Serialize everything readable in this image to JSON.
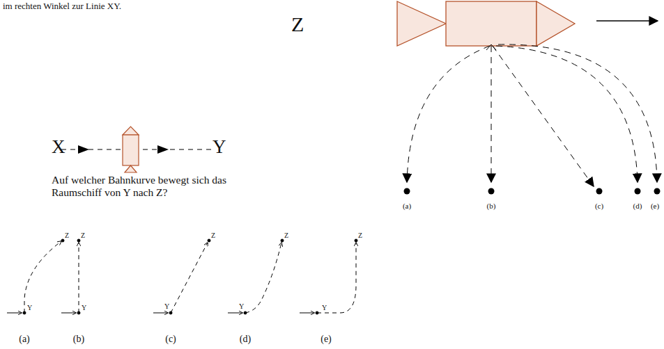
{
  "diagram": {
    "labels": [
      "im rechten Winkel zur Linie XY.",
      "Z",
      "X",
      "Y",
      "Auf welcher Bahnkurve bewegt sich das Raumschiff von Y nach Z?",
      "Z",
      "Y",
      "Z",
      "Y",
      "Z",
      "Y",
      "Z",
      "Y",
      "Z",
      "Y",
      "(a)",
      "(b)",
      "(c)",
      "(d)",
      "(e)",
      "(a)",
      "(b)",
      "(c)",
      "(d)",
      "(e)"
    ]
  }
}
